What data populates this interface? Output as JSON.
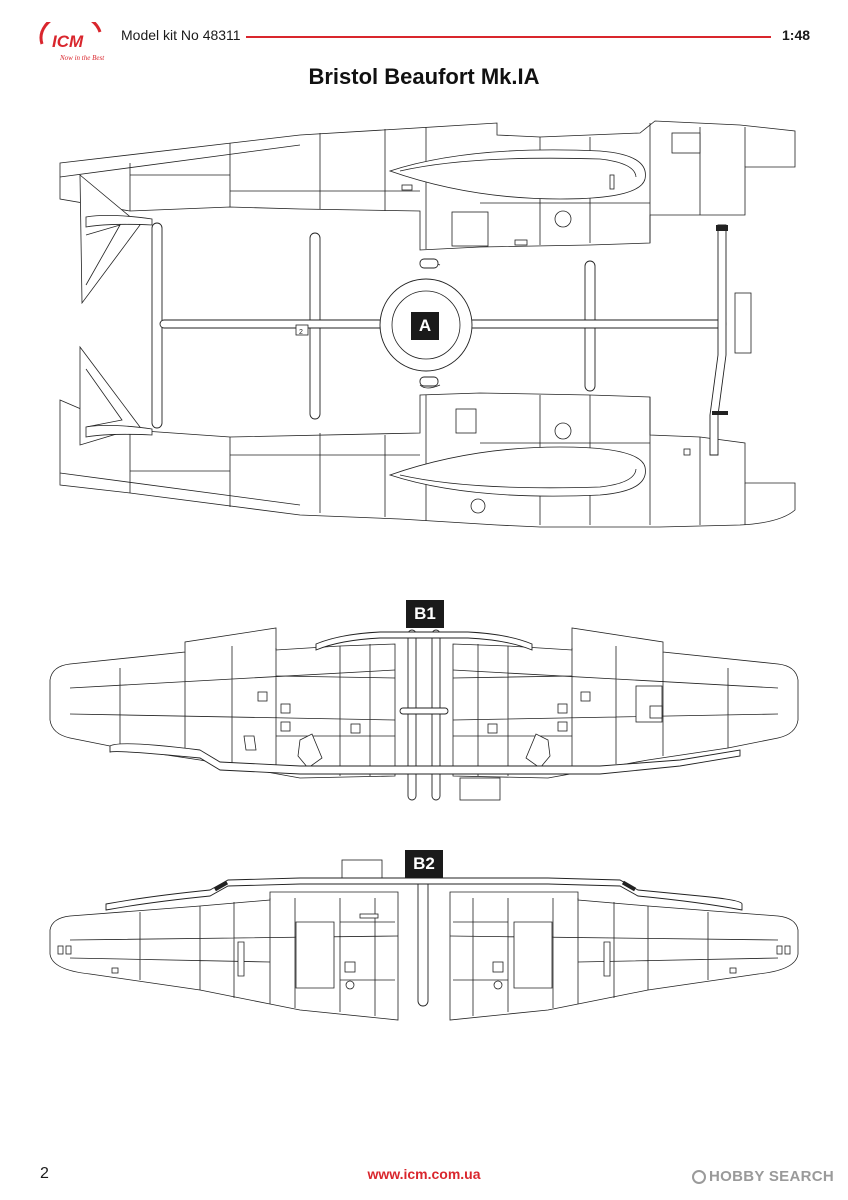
{
  "header": {
    "brand": "ICM",
    "tagline": "Now in the Best",
    "kit_number": "Model kit No 48311",
    "scale": "1:48",
    "accent_color": "#d9262d"
  },
  "title": "Bristol Beaufort Mk.IA",
  "sprues": {
    "a": {
      "label": "A",
      "marking": "2"
    },
    "b1": {
      "label": "B1"
    },
    "b2": {
      "label": "B2"
    }
  },
  "footer": {
    "page_number": "2",
    "website": "www.icm.com.ua",
    "watermark": "HOBBY SEARCH"
  }
}
